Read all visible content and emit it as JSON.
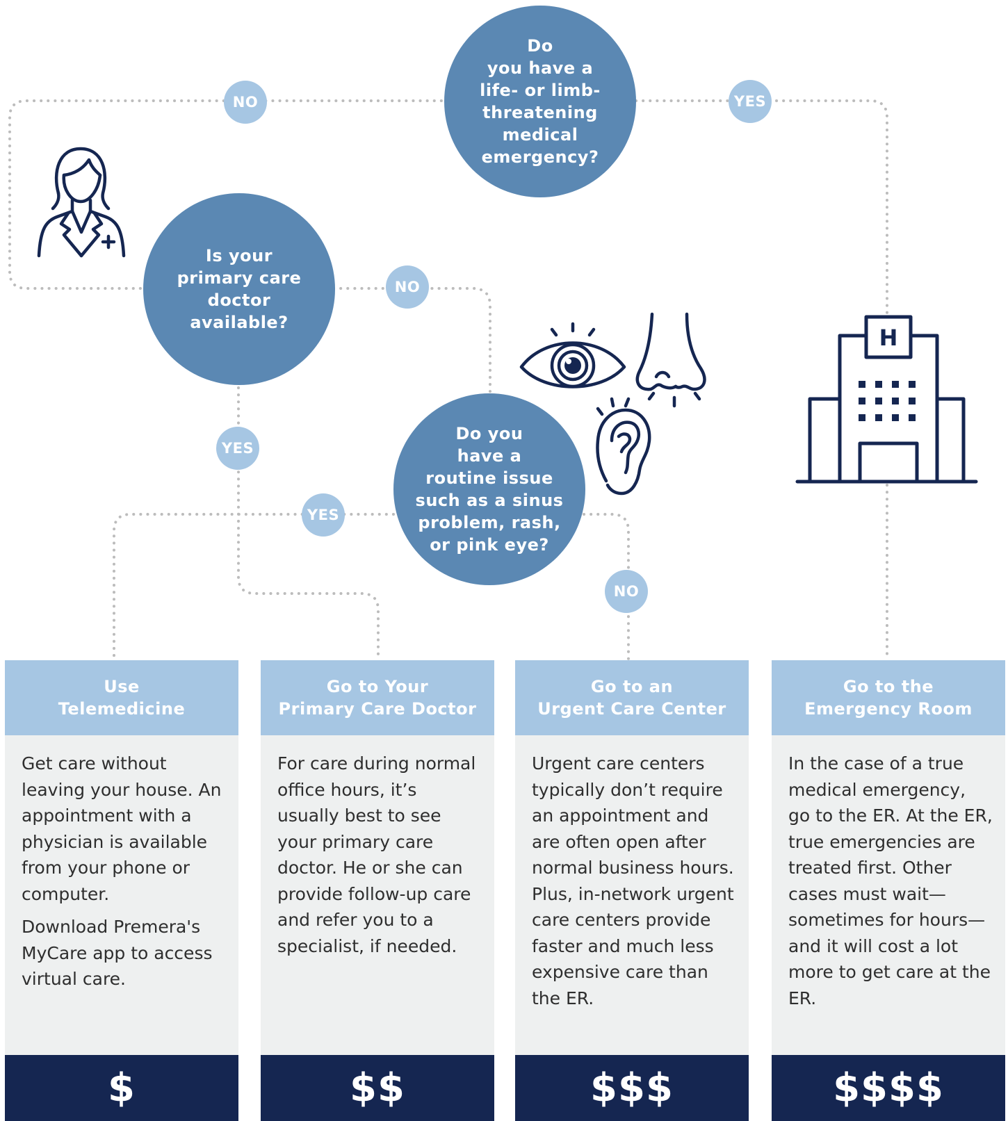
{
  "colors": {
    "question_circle": "#5b88b3",
    "answer_badge": "#a6c6e3",
    "card_header": "#a6c6e3",
    "card_body": "#eef0f0",
    "card_footer": "#152651",
    "icon_stroke": "#152651",
    "connector": "#bcbcbc"
  },
  "questions": {
    "emergency": "Do\nyou have a\nlife- or limb-\nthreatening\nmedical\nemergency?",
    "primary_care": "Is your\nprimary care\ndoctor\navailable?",
    "routine": "Do you\nhave a\nroutine issue\nsuch as a sinus\nproblem, rash,\nor pink eye?"
  },
  "answers": {
    "emergency_no": "NO",
    "emergency_yes": "YES",
    "primary_no": "NO",
    "primary_yes": "YES",
    "routine_yes": "YES",
    "routine_no": "NO"
  },
  "icons": {
    "doctor": "female-doctor-icon",
    "eye": "eye-icon",
    "nose": "nose-icon",
    "ear": "ear-icon",
    "hospital": "hospital-icon",
    "hospital_sign": "H"
  },
  "cards": [
    {
      "title": "Use\nTelemedicine",
      "paragraphs": [
        "Get care without leaving your house. An appointment with a physician is available from your phone or computer.",
        "Download Premera's MyCare app to access virtual care."
      ],
      "cost": "$"
    },
    {
      "title": "Go to Your\nPrimary Care Doctor",
      "paragraphs": [
        "For care during normal office hours, it’s usually best to see your primary care doctor. He or she can provide follow-up care and refer you to a specialist, if needed."
      ],
      "cost": "$$"
    },
    {
      "title": "Go to an\nUrgent Care Center",
      "paragraphs": [
        "Urgent care centers typically don’t require an appointment and are often open after normal business hours. Plus, in-network urgent care centers provide faster and much less expensive care than the ER."
      ],
      "cost": "$$$"
    },
    {
      "title": "Go to the\nEmergency Room",
      "paragraphs": [
        "In the case of a true medical emergency, go to the ER. At the ER, true emergencies are treated first. Other cases must wait—sometimes for hours—and it will cost a lot more to get care at the ER."
      ],
      "cost": "$$$$"
    }
  ]
}
